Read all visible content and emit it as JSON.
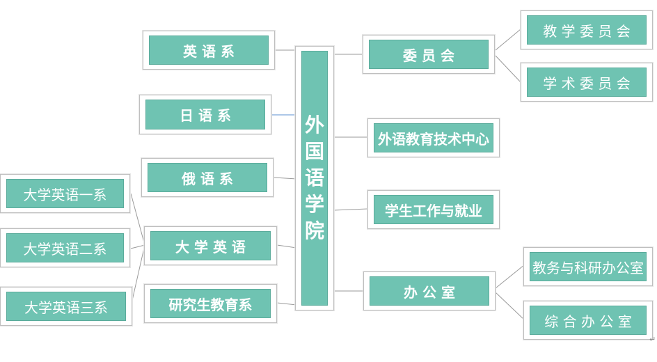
{
  "center": {
    "label": "外国语学院",
    "chars": [
      "外",
      "国",
      "语",
      "学",
      "院"
    ]
  },
  "left_departments": [
    {
      "label": "英 语 系"
    },
    {
      "label": "日 语 系"
    },
    {
      "label": "俄 语 系"
    },
    {
      "label": "大 学 英 语"
    },
    {
      "label": "研究生教育系"
    }
  ],
  "college_english_sub": [
    {
      "label": "大学英语一系"
    },
    {
      "label": "大学英语二系"
    },
    {
      "label": "大学英语三系"
    }
  ],
  "right_units": [
    {
      "label": "委 员 会"
    },
    {
      "label": "外语教育技术中心"
    },
    {
      "label": "学生工作与就业"
    },
    {
      "label": "办 公 室"
    }
  ],
  "committee_sub": [
    {
      "label": "教 学 委 员 会"
    },
    {
      "label": "学 术 委 员 会"
    }
  ],
  "office_sub": [
    {
      "label": "教务与科研办公室"
    },
    {
      "label": "综 合 办 公 室"
    }
  ],
  "colors": {
    "node_fill": "#6fc3b2",
    "node_text": "#ffffff",
    "connector": "#9a9a9a",
    "frame": "#bfbfbf"
  }
}
